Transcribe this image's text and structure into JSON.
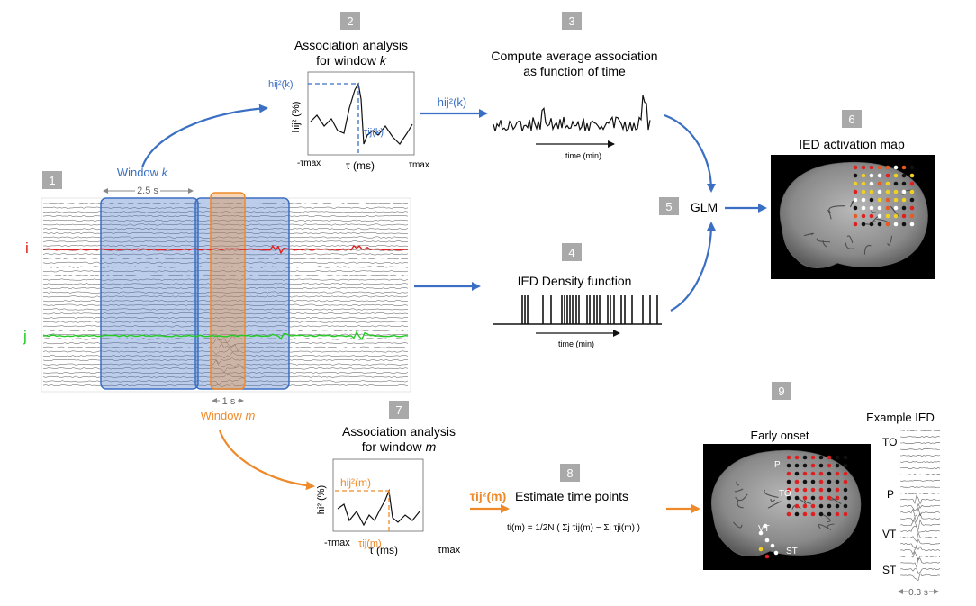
{
  "colors": {
    "blue": "#3b6fc4",
    "orange": "#ef8a2a",
    "red": "#e02020",
    "green": "#22cc22",
    "badge": "#a9a9a9",
    "brain_bg": "#000000"
  },
  "steps": [
    {
      "number": "1"
    },
    {
      "number": "2",
      "title_line1": "Association analysis",
      "title_line2": "for window ",
      "title_var": "k"
    },
    {
      "number": "3",
      "title_line1": "Compute average association",
      "title_line2": "as function of time"
    },
    {
      "number": "4",
      "title_line1": "IED Density function"
    },
    {
      "number": "5",
      "title_line1": "GLM"
    },
    {
      "number": "6",
      "title_line1": "IED activation map"
    },
    {
      "number": "7",
      "title_line1": "Association analysis",
      "title_line2": "for window ",
      "title_var": "m"
    },
    {
      "number": "8",
      "title_line1": "Estimate time points"
    },
    {
      "number": "9"
    }
  ],
  "eeg": {
    "window_k_label": "Window ",
    "window_k_var": "k",
    "window_k_duration": "2.5 s",
    "window_m_label": "Window ",
    "window_m_var": "m",
    "window_m_duration": "1 s",
    "channel_i": "i",
    "channel_j": "j"
  },
  "assoc_k": {
    "peak_label": "hij²(k)",
    "lag_label": "τij(k)",
    "y_axis": "hij² (%)",
    "x_axis": "τ (ms)",
    "x_min": "-τmax",
    "x_max": "τmax"
  },
  "assoc_m": {
    "peak_label": "hij²(m)",
    "lag_label": "τij(m)",
    "y_axis": "hi² (%)",
    "x_axis": "τ (ms)",
    "x_min": "-τmax",
    "x_max": "τmax"
  },
  "arrows": {
    "k_to_3": "hij²(k)",
    "m_to_8": "τij²(m)"
  },
  "time_axis_label": "time (min)",
  "estimate_formula": "ti(m) = 1/2N ( Σj τij(m) − Σi τji(m) )",
  "early_onset": {
    "title": "Early onset",
    "regions": [
      "P",
      "TO",
      "VT",
      "ST"
    ]
  },
  "example_ied": {
    "title": "Example IED",
    "labels": [
      "TO",
      "P",
      "VT",
      "ST"
    ],
    "duration": "0.3 s"
  }
}
